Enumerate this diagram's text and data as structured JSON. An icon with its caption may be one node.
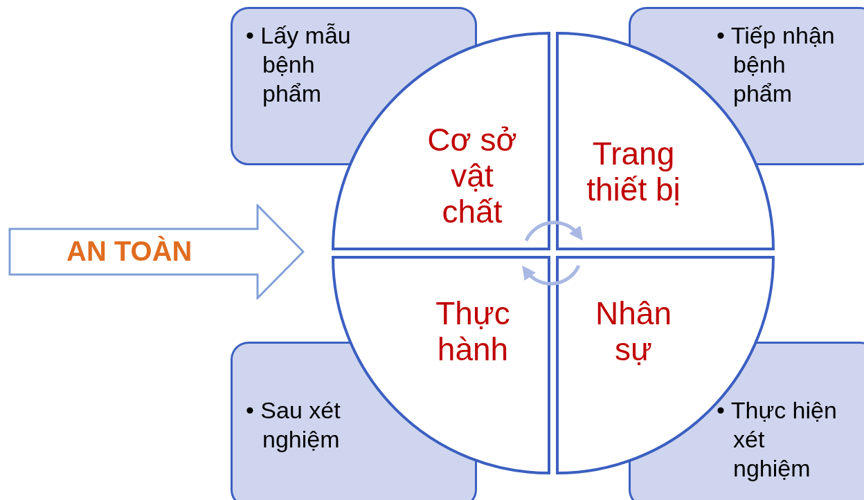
{
  "diagram": {
    "nodes": [
      {
        "text": [
          "• Lấy mẫu bệnh phẩm"
        ]
      },
      {
        "text": [
          "• Tiếp nhận bệnh phẩm"
        ]
      },
      {
        "text": [
          "Cơ sở vật chất"
        ]
      },
      {
        "text": [
          "Trang thiết bị"
        ]
      },
      {
        "text": [
          "AN TOÀN"
        ]
      },
      {
        "text": [
          "Thực hành"
        ]
      },
      {
        "text": [
          "Nhân sự"
        ]
      },
      {
        "text": [
          "• Sau xét nghiệm"
        ]
      },
      {
        "text": [
          "• Thực hiện xét nghiệm"
        ]
      }
    ],
    "edges": [
      {
        "from": 2,
        "to": 3,
        "arrow": "to"
      },
      {
        "from": 6,
        "to": 5,
        "arrow": "to"
      }
    ]
  }
}
